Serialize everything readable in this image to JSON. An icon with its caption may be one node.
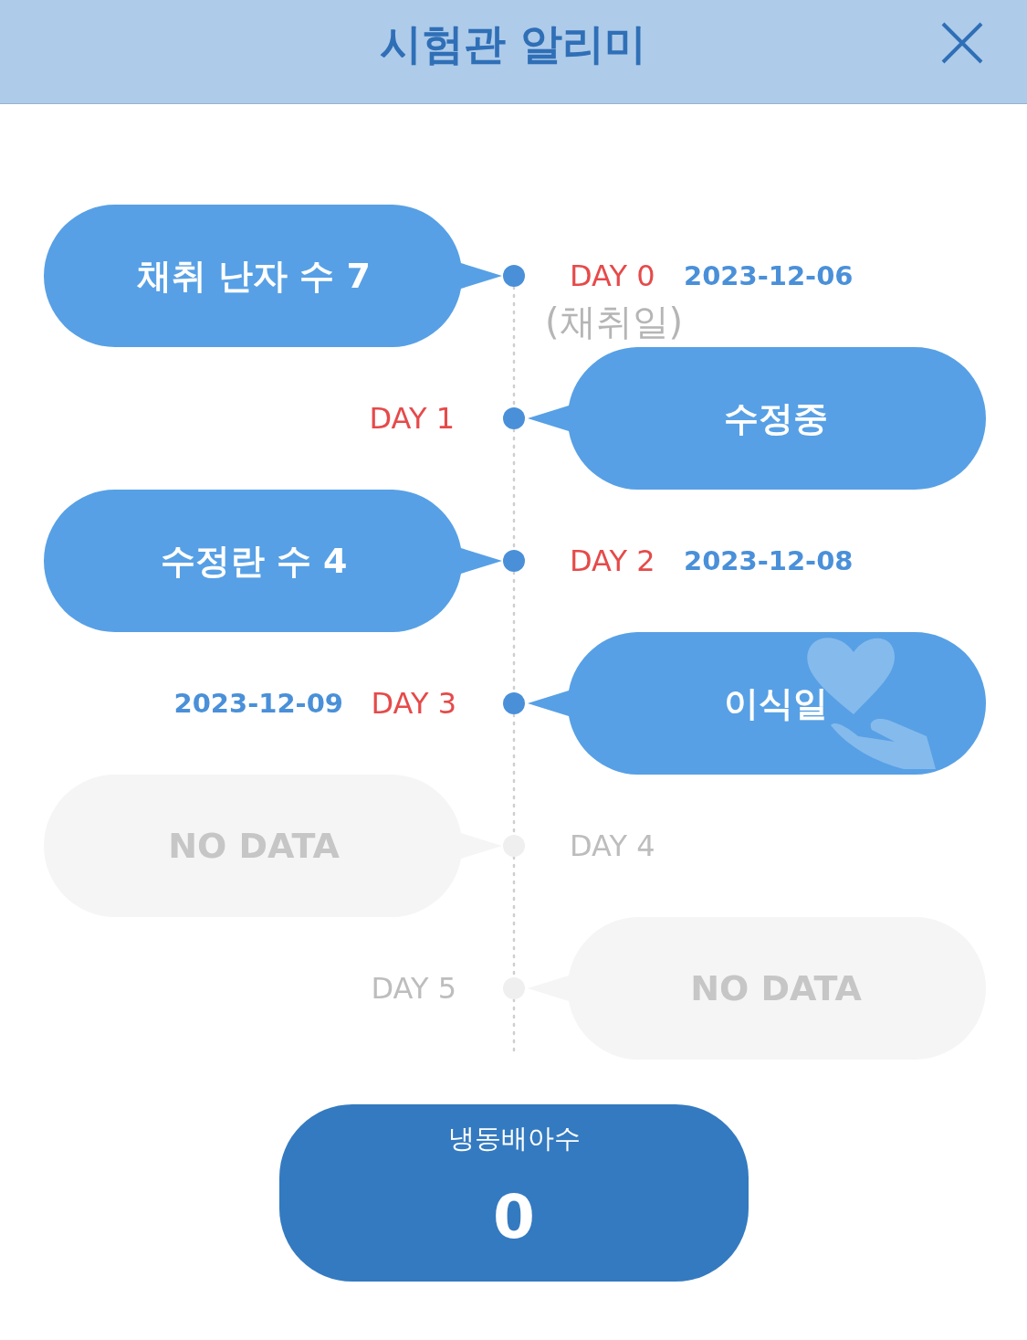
{
  "diagram": {
    "title": "시험관 알리미",
    "nodes": [
      {
        "text": [
          "채취 난자 수 7"
        ]
      },
      {
        "text": [],
        "shape": "circle",
        "beside": [
          "DAY 0",
          "2023-12-06",
          "(채취일)"
        ]
      },
      {
        "text": [],
        "shape": "circle",
        "beside": [
          "DAY 1"
        ]
      },
      {
        "text": [
          "수정중"
        ]
      },
      {
        "text": [
          "수정란 수 4"
        ]
      },
      {
        "text": [],
        "shape": "circle",
        "beside": [
          "DAY 2",
          "2023-12-08"
        ]
      },
      {
        "text": [],
        "shape": "circle",
        "beside": [
          "2023-12-09",
          "DAY 3"
        ]
      },
      {
        "text": [
          "이식일"
        ]
      },
      {
        "text": [
          "NO DATA"
        ]
      },
      {
        "text": [],
        "shape": "circle",
        "beside": [
          "DAY 4"
        ]
      },
      {
        "text": [],
        "shape": "circle",
        "beside": [
          "DAY 5"
        ]
      },
      {
        "text": [
          "NO DATA"
        ]
      },
      {
        "text": [
          "냉동배아수",
          "0"
        ]
      }
    ],
    "edges": [
      {
        "from": 1,
        "to": 2,
        "arrow": "none",
        "style": "dashed"
      },
      {
        "from": 2,
        "to": 5,
        "arrow": "none",
        "style": "dashed"
      },
      {
        "from": 5,
        "to": 6,
        "arrow": "none",
        "style": "dashed"
      },
      {
        "from": 6,
        "to": 9,
        "arrow": "none",
        "style": "dashed"
      },
      {
        "from": 9,
        "to": 10,
        "arrow": "none",
        "style": "dashed"
      }
    ]
  }
}
